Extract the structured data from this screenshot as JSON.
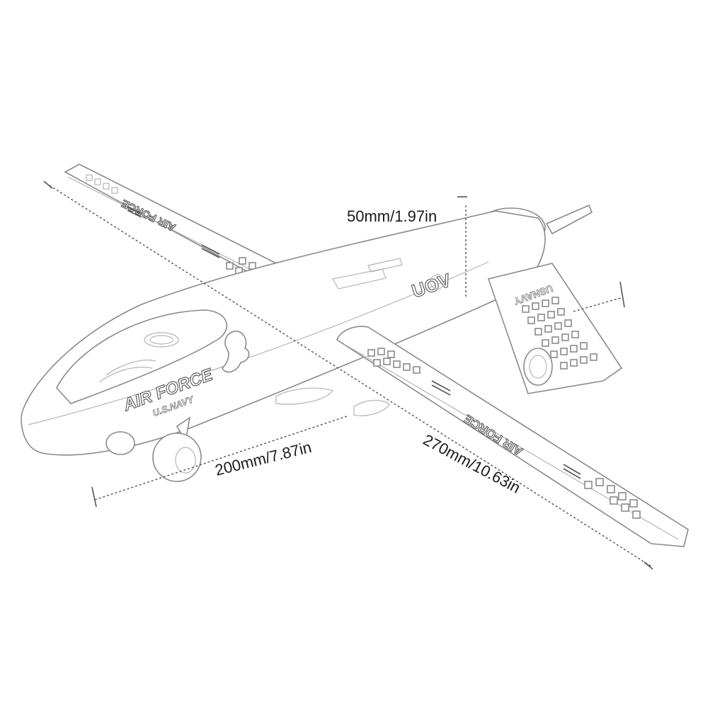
{
  "dimensions": {
    "height": "50mm/1.97in",
    "length": "200mm/7.87in",
    "wingspan": "270mm/10.63in"
  },
  "decals": {
    "fuselage_main": "AIR FORCE",
    "fuselage_sub": "U.S.NAVY",
    "left_wing": "AIR FORCE",
    "right_wing": "AIR FORCE",
    "tail_badge": "UOV",
    "tail_fin": "USNAVY"
  },
  "subject": {
    "icon": "toy-airplane-line-drawing"
  }
}
